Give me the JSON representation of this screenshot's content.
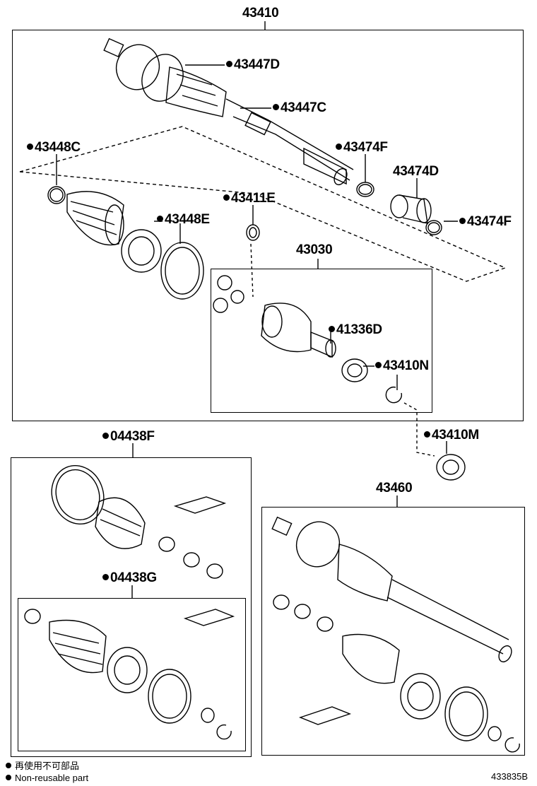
{
  "diagram": {
    "labels": {
      "assy_43410": "43410",
      "p_43447D": "43447D",
      "p_43447C": "43447C",
      "p_43448C": "43448C",
      "p_43474F_top": "43474F",
      "p_43474D": "43474D",
      "p_43474F_side": "43474F",
      "p_43411E": "43411E",
      "p_43448E": "43448E",
      "sub_43030": "43030",
      "p_41336D": "41336D",
      "p_43410N": "43410N",
      "p_43410M": "43410M",
      "kit_04438F": "04438F",
      "kit_04438G": "04438G",
      "assy_43460": "43460"
    },
    "legend": {
      "japanese": "再使用不可部品",
      "english": "Non-reusable part"
    },
    "ref_code": "433835B"
  }
}
